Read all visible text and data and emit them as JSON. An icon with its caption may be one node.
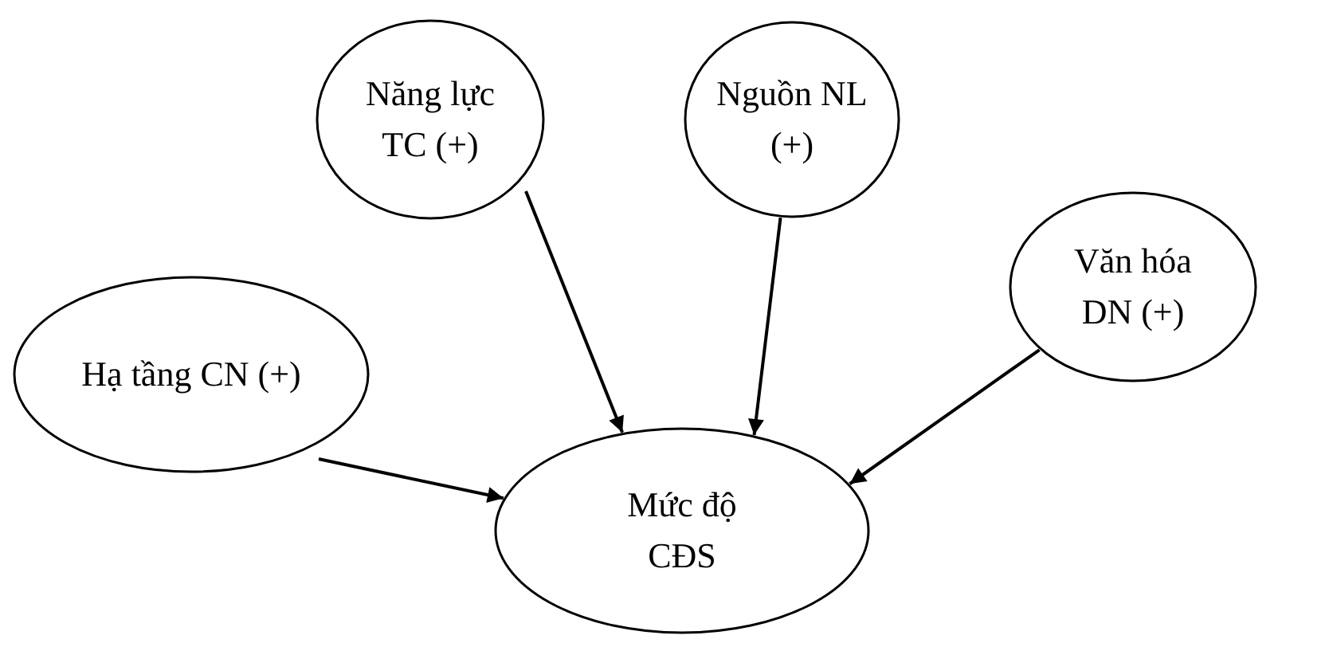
{
  "diagram": {
    "nodes": [
      {
        "text": [
          "Năng lực TC (+)"
        ]
      },
      {
        "text": [
          "Nguồn NL (+)"
        ]
      },
      {
        "text": [
          "Văn hóa DN (+)"
        ]
      },
      {
        "text": [
          "Hạ tầng CN (+)"
        ]
      },
      {
        "text": [
          "Mức độ CĐS"
        ]
      }
    ],
    "edges": [
      {
        "from": 0,
        "to": 4,
        "arrow": "to"
      },
      {
        "from": 1,
        "to": 4,
        "arrow": "to"
      },
      {
        "from": 3,
        "to": 4,
        "arrow": "to"
      },
      {
        "from": 2,
        "to": 4,
        "arrow": "to"
      }
    ]
  }
}
